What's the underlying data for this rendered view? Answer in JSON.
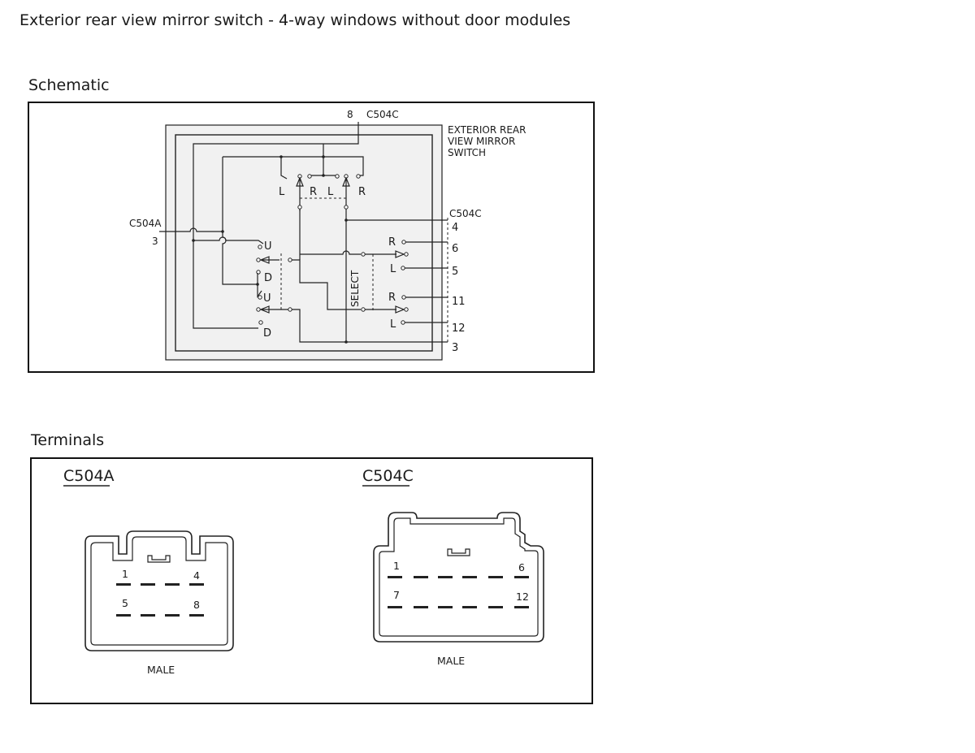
{
  "page": {
    "title": "Exterior rear view mirror switch - 4-way windows without door modules"
  },
  "schematic": {
    "heading": "Schematic",
    "component_label": [
      "EXTERIOR REAR",
      "VIEW MIRROR",
      "SWITCH"
    ],
    "top_connector": {
      "pin": "8",
      "name": "C504C"
    },
    "left_connector": {
      "name": "C504A",
      "pin": "3"
    },
    "right_connector": {
      "name": "C504C",
      "pins": [
        "4",
        "6",
        "5",
        "11",
        "12",
        "3"
      ]
    },
    "lr_selector_labels": [
      "L",
      "R",
      "L",
      "R"
    ],
    "ud_labels": [
      "U",
      "D",
      "U",
      "D"
    ],
    "output_labels": [
      "R",
      "L",
      "R",
      "L"
    ],
    "select_label": "SELECT"
  },
  "terminals": {
    "heading": "Terminals",
    "connectors": [
      {
        "name": "C504A",
        "gender": "MALE",
        "pin_labels": [
          "1",
          "4",
          "5",
          "8"
        ]
      },
      {
        "name": "C504C",
        "gender": "MALE",
        "pin_labels": [
          "1",
          "6",
          "7",
          "12"
        ]
      }
    ]
  }
}
